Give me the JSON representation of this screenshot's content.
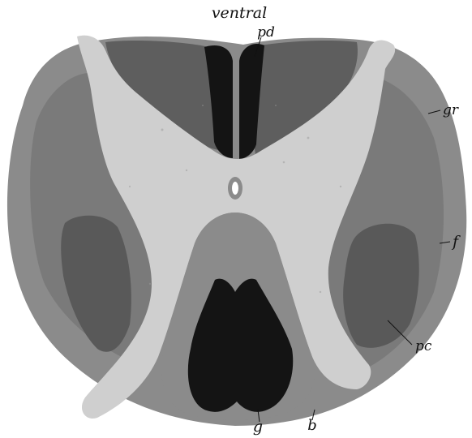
{
  "figure": {
    "labels": {
      "ventral": "ventral",
      "pd": "pd",
      "gr": "gr",
      "f": "f",
      "pc": "pc",
      "g": "g",
      "b": "b"
    },
    "colors": {
      "background": "#ffffff",
      "outer_white_matter": "#8b8b8b",
      "gray_matter": "#cfcfcf",
      "intermediate_band": "#7a7a7a",
      "dark_region": "#595959",
      "darkest_region": "#141414",
      "canal": "#ffffff"
    }
  }
}
